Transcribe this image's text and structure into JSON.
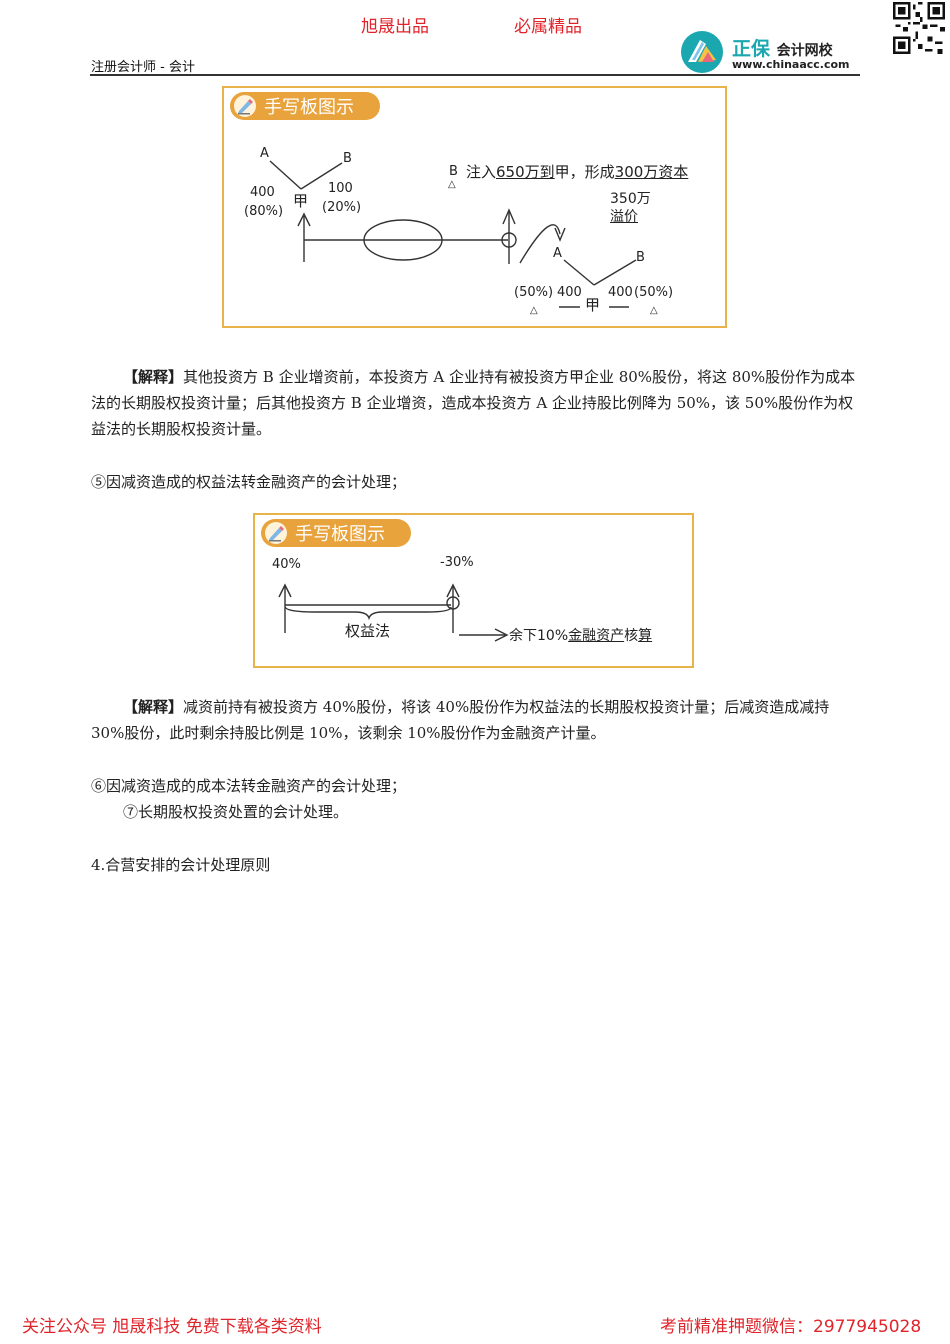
{
  "header": {
    "slogan_left": "旭晟出品",
    "slogan_right": "必属精品",
    "doc_title": "注册会计师 - 会计",
    "logo_brand": "正保",
    "logo_school": "会计网校",
    "logo_url": "www.chinaacc.com"
  },
  "diagram1": {
    "badge": "手写板图示",
    "left_A": "A",
    "left_B": "B",
    "left_A_amount": "400",
    "left_A_pct": "(80%)",
    "left_B_amount": "100",
    "left_B_pct": "(20%)",
    "left_center": "甲",
    "note_B": "B",
    "note_line1_a": "注入",
    "note_line1_b": "650万到",
    "note_line1_c": "甲，形成",
    "note_line1_d": "300万资本",
    "note_premium_amount": "350万",
    "note_premium_label": "溢价",
    "right_A": "A",
    "right_B": "B",
    "right_A_pct": "(50%)",
    "right_A_amount": "400",
    "right_center": "甲",
    "right_B_amount": "400",
    "right_B_pct": "(50%)",
    "triangle": "△"
  },
  "explain1": {
    "label": "【解释】",
    "text": "其他投资方 B 企业增资前，本投资方 A 企业持有被投资方甲企业 80%股份，将这 80%股份作为成本法的长期股权投资计量；后其他投资方 B 企业增资，造成本投资方 A 企业持股比例降为 50%，该 50%股份作为权益法的长期股权投资计量。"
  },
  "item5": "⑤因减资造成的权益法转金融资产的会计处理；",
  "diagram2": {
    "badge": "手写板图示",
    "start_pct": "40%",
    "reduce_pct": "-30%",
    "method_label": "权益法",
    "remain_prefix": "余下10%",
    "remain_under1": "金融资产",
    "remain_under2": "核",
    "remain_under3": "算"
  },
  "explain2": {
    "label": "【解释】",
    "text": "减资前持有被投资方 40%股份，将该 40%股份作为权益法的长期股权投资计量；后减资造成减持 30%股份，此时剩余持股比例是 10%，该剩余 10%股份作为金融资产计量。"
  },
  "item6": "⑥因减资造成的成本法转金融资产的会计处理；",
  "item7": "⑦长期股权投资处置的会计处理。",
  "section4": "4.合营安排的会计处理原则",
  "footer": {
    "left": "关注公众号  旭晟科技  免费下载各类资料",
    "right": "考前精准押题微信：2977945028"
  },
  "colors": {
    "red": "#e0242b",
    "badge": "#e8a33c",
    "box_border": "#e8b44a",
    "teal": "#1aa7b0"
  }
}
